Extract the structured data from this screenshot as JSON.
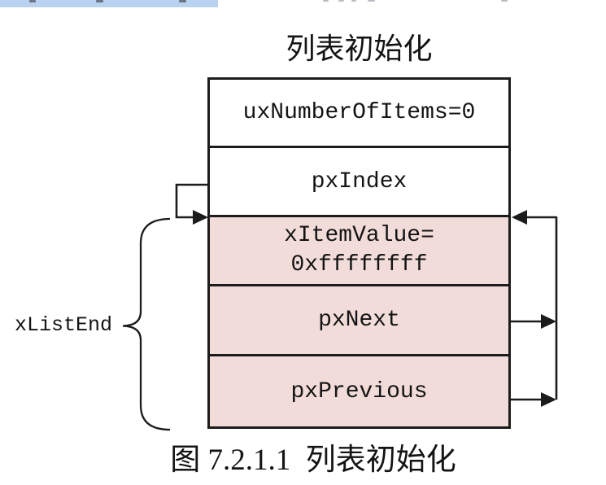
{
  "figure": {
    "title": "列表初始化",
    "caption": "图 7.2.1.1  列表初始化",
    "brace_label": "xListEnd",
    "rows": [
      {
        "label": "uxNumberOfItems=0"
      },
      {
        "label": "pxIndex"
      },
      {
        "label": "xItemValue=",
        "label2": "0xffffffff"
      },
      {
        "label": "pxNext"
      },
      {
        "label": "pxPrevious"
      }
    ],
    "colors": {
      "row_highlight_fill": "#f2dcd9",
      "selection_highlight": "#b9d2f0",
      "line": "#1c1c1c",
      "text": "#141414"
    }
  }
}
